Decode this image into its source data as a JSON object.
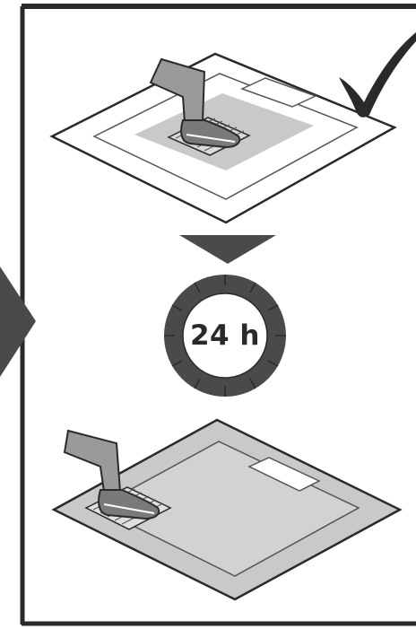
{
  "timer": {
    "label": "24 h"
  },
  "icons": {
    "top_panel": "footprint-on-protected-floor",
    "approval": "checkmark-icon",
    "direction": "down-arrow-icon",
    "timer": "clock-ring-icon",
    "bottom_panel": "footprint-on-floor",
    "side": "side-arrow-icon"
  },
  "colors": {
    "frame": "#2a2a2a",
    "dark_fill": "#4a4a4a",
    "light_gray": "#c9c9c9",
    "mid_gray": "#9a9a9a"
  }
}
